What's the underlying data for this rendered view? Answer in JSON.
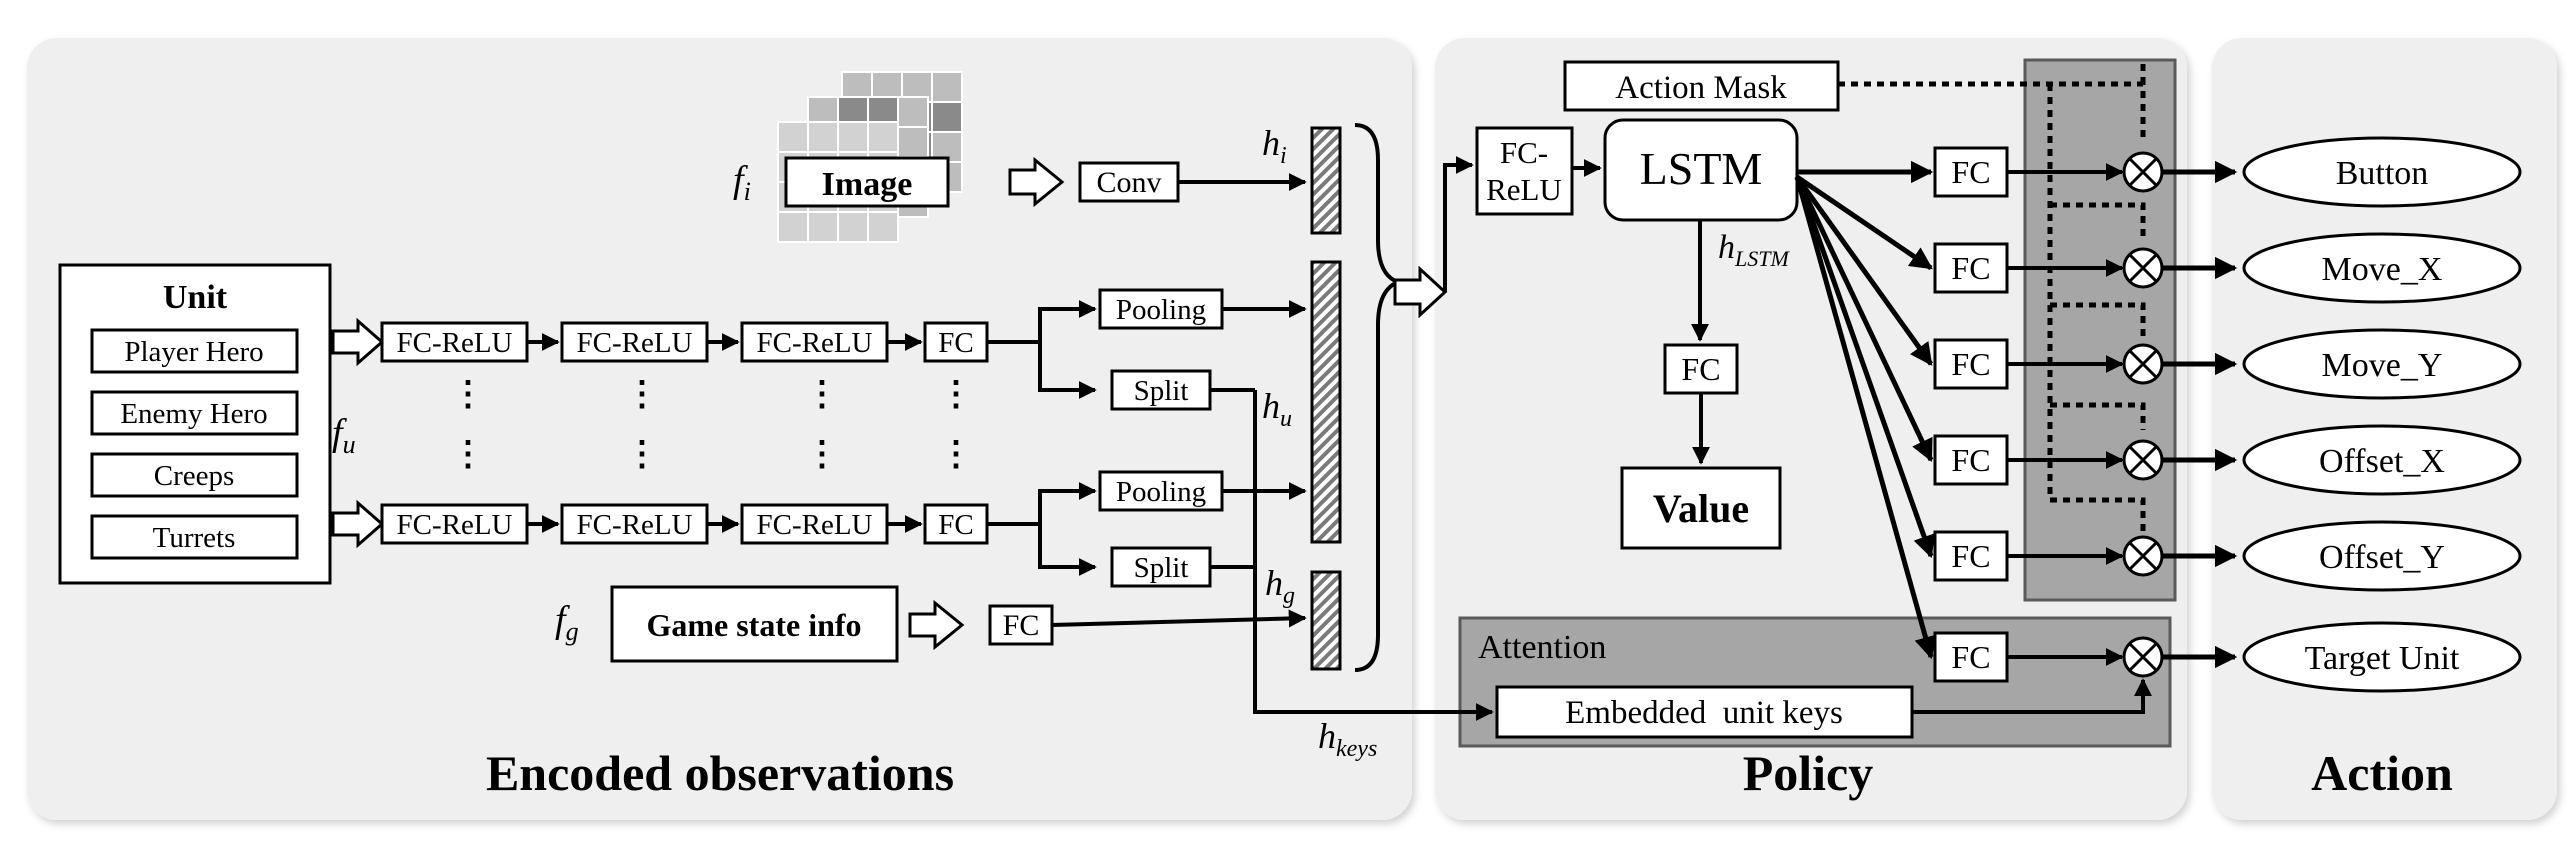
{
  "panels": {
    "encoded": "Encoded observations",
    "policy": "Policy",
    "action": "Action"
  },
  "unit": {
    "title": "Unit",
    "items": [
      "Player Hero",
      "Enemy Hero",
      "Creeps",
      "Turrets"
    ]
  },
  "features": {
    "f_i": "f",
    "f_i_sub": "i",
    "f_u": "f",
    "f_u_sub": "u",
    "f_g": "f",
    "f_g_sub": "g"
  },
  "encoder": {
    "image": "Image",
    "conv": "Conv",
    "fc_relu": "FC-ReLU",
    "fc": "FC",
    "pooling": "Pooling",
    "split": "Split",
    "game_state": "Game state info",
    "ellipsis": "⋮"
  },
  "hidden": {
    "h": "h",
    "i": "i",
    "u": "u",
    "g": "g",
    "keys": "keys",
    "lstm": "LSTM"
  },
  "policy": {
    "fc_relu_line1": "FC-",
    "fc_relu_line2": "ReLU",
    "lstm": "LSTM",
    "action_mask": "Action Mask",
    "value_fc": "FC",
    "value": "Value",
    "attention": "Attention",
    "embedded_keys": "Embedded  unit keys",
    "head_fc": "FC",
    "multiply": "⊗"
  },
  "actions": [
    "Button",
    "Move_X",
    "Move_Y",
    "Offset_X",
    "Offset_Y",
    "Target Unit"
  ],
  "colors": {
    "panel_bg": "#efefef",
    "shaded_bg": "#a6a6a6",
    "line": "#000000",
    "white": "#ffffff"
  }
}
